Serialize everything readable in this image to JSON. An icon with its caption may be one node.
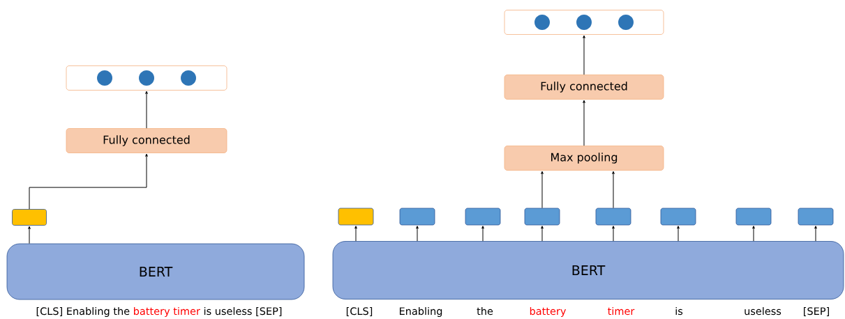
{
  "diagram": {
    "nodes": [
      {
        "text": [],
        "shape": "box"
      },
      {
        "text": [
          "Fully connected"
        ]
      },
      {
        "text": [],
        "shape": "box"
      },
      {
        "text": [
          "BERT"
        ]
      },
      {
        "text": [],
        "shape": "box"
      },
      {
        "text": [
          "Fully connected"
        ]
      },
      {
        "text": [
          "Max pooling"
        ]
      },
      {
        "text": [],
        "shape": "box"
      },
      {
        "text": [],
        "shape": "box"
      },
      {
        "text": [],
        "shape": "box"
      },
      {
        "text": [],
        "shape": "box"
      },
      {
        "text": [],
        "shape": "box"
      },
      {
        "text": [],
        "shape": "box"
      },
      {
        "text": [],
        "shape": "box"
      },
      {
        "text": [],
        "shape": "box"
      },
      {
        "text": [
          "BERT"
        ]
      }
    ],
    "edges": [
      {
        "from": 3,
        "to": 2,
        "arrow": "to"
      },
      {
        "from": 2,
        "to": 1,
        "arrow": "to"
      },
      {
        "from": 1,
        "to": 0,
        "arrow": "to"
      },
      {
        "from": 15,
        "to": 7,
        "arrow": "to"
      },
      {
        "from": 15,
        "to": 8,
        "arrow": "to"
      },
      {
        "from": 15,
        "to": 9,
        "arrow": "to"
      },
      {
        "from": 15,
        "to": 10,
        "arrow": "to"
      },
      {
        "from": 15,
        "to": 11,
        "arrow": "to"
      },
      {
        "from": 15,
        "to": 12,
        "arrow": "to"
      },
      {
        "from": 15,
        "to": 13,
        "arrow": "to"
      },
      {
        "from": 15,
        "to": 14,
        "arrow": "to"
      },
      {
        "from": 10,
        "to": 6,
        "arrow": "to"
      },
      {
        "from": 11,
        "to": 6,
        "arrow": "to"
      },
      {
        "from": 6,
        "to": 5,
        "arrow": "to"
      },
      {
        "from": 5,
        "to": 4,
        "arrow": "to"
      }
    ],
    "labels": [
      "[CLS] Enabling the",
      "battery timer",
      "is useless [SEP]",
      "[CLS]",
      "Enabling",
      "the",
      "battery",
      "timer",
      "is",
      "useless",
      "[SEP]"
    ]
  }
}
